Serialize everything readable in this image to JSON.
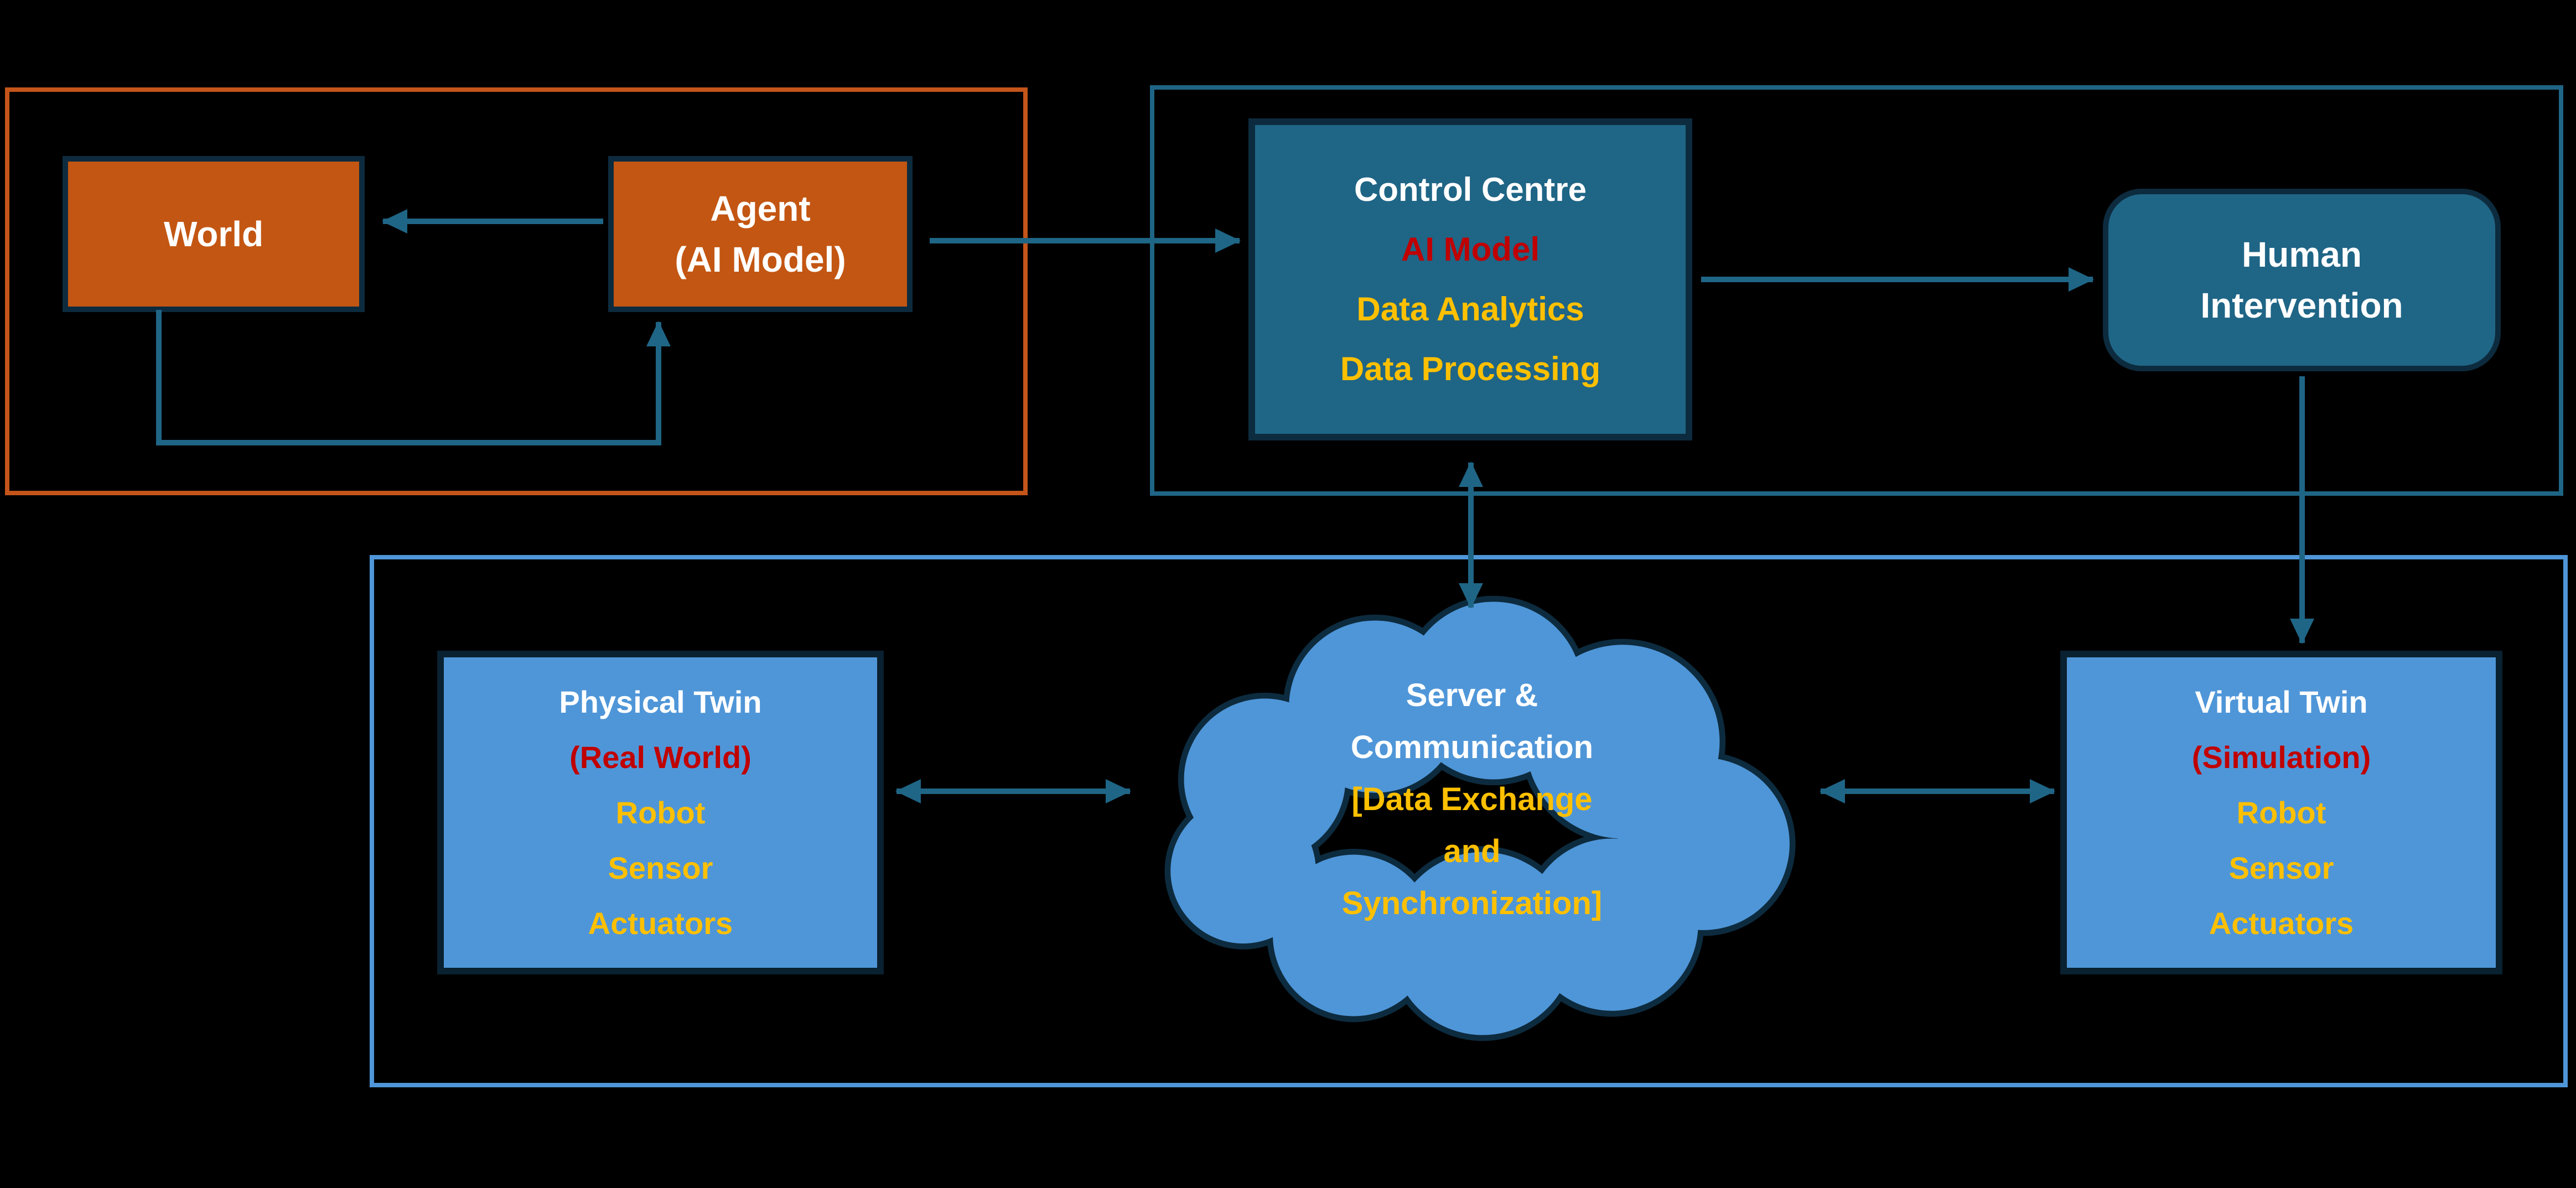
{
  "diagram_title": "Agent / Digital Twin architecture diagram",
  "colors": {
    "background": "#000000",
    "orange_fill": "#C35612",
    "orange_group_border": "#C4551A",
    "teal_fill": "#1F6586",
    "teal_border_and_arrows": "#1F6586",
    "light_blue_fill": "#4F96D8",
    "light_blue_group_border": "#4F96D8",
    "dark_box_border": "#0D2B3E",
    "text_white": "#FFFFFF",
    "text_red": "#C00000",
    "text_yellow": "#FFC000"
  },
  "agent_world": {
    "world_label": "World",
    "agent_line1": "Agent",
    "agent_line2": "(AI Model)"
  },
  "control_centre": {
    "line1": "Control Centre",
    "line2": "AI Model",
    "line3": "Data Analytics",
    "line4": "Data Processing"
  },
  "human_intervention": {
    "line1": "Human",
    "line2": "Intervention"
  },
  "physical_twin": {
    "title": "Physical Twin",
    "subtitle": "(Real World)",
    "items": [
      "Robot",
      "Sensor",
      "Actuators"
    ]
  },
  "virtual_twin": {
    "title": "Virtual Twin",
    "subtitle": "(Simulation)",
    "items": [
      "Robot",
      "Sensor",
      "Actuators"
    ]
  },
  "cloud": {
    "line1": "Server &",
    "line2": "Communication",
    "line3": "[Data Exchange",
    "line4": "and",
    "line5": "Synchronization]"
  }
}
